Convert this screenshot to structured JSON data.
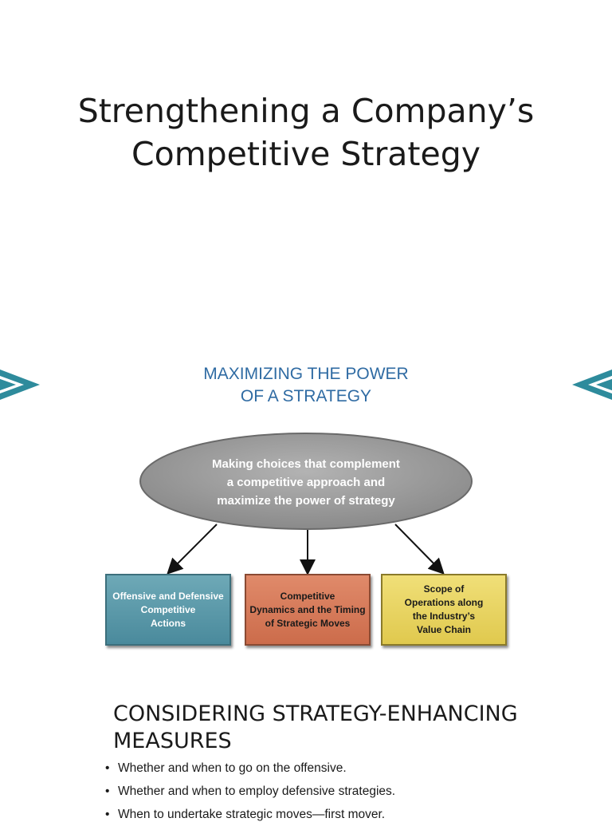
{
  "title": {
    "line1": "Strengthening a Company’s",
    "line2": "Competitive Strategy"
  },
  "diagram": {
    "heading_line1": "MAXIMIZING THE POWER",
    "heading_line2": "OF A STRATEGY",
    "center": {
      "line1": "Making choices that complement",
      "line2": "a competitive approach and",
      "line3": "maximize the power of strategy"
    },
    "boxes": [
      {
        "line1": "Offensive and Defensive",
        "line2": "Competitive",
        "line3": "Actions",
        "color": "#5a9aac"
      },
      {
        "line1": "Competitive",
        "line2": "Dynamics and the Timing",
        "line3": "of Strategic Moves",
        "color": "#d97a59"
      },
      {
        "line1": "Scope of",
        "line2": "Operations along",
        "line3": "the Industry’s",
        "line4": "Value Chain",
        "color": "#e8d460"
      }
    ],
    "ellipse_color": "#9a9a9a",
    "heading_color": "#2f6ba3",
    "chevron_color": "#2e8b9c"
  },
  "measures": {
    "heading_line1": "CONSIDERING STRATEGY-ENHANCING",
    "heading_line2": "MEASURES",
    "bullets": [
      "Whether and when to go on the offensive.",
      "Whether and when to employ defensive strategies.",
      "When to undertake strategic moves—first mover."
    ]
  }
}
